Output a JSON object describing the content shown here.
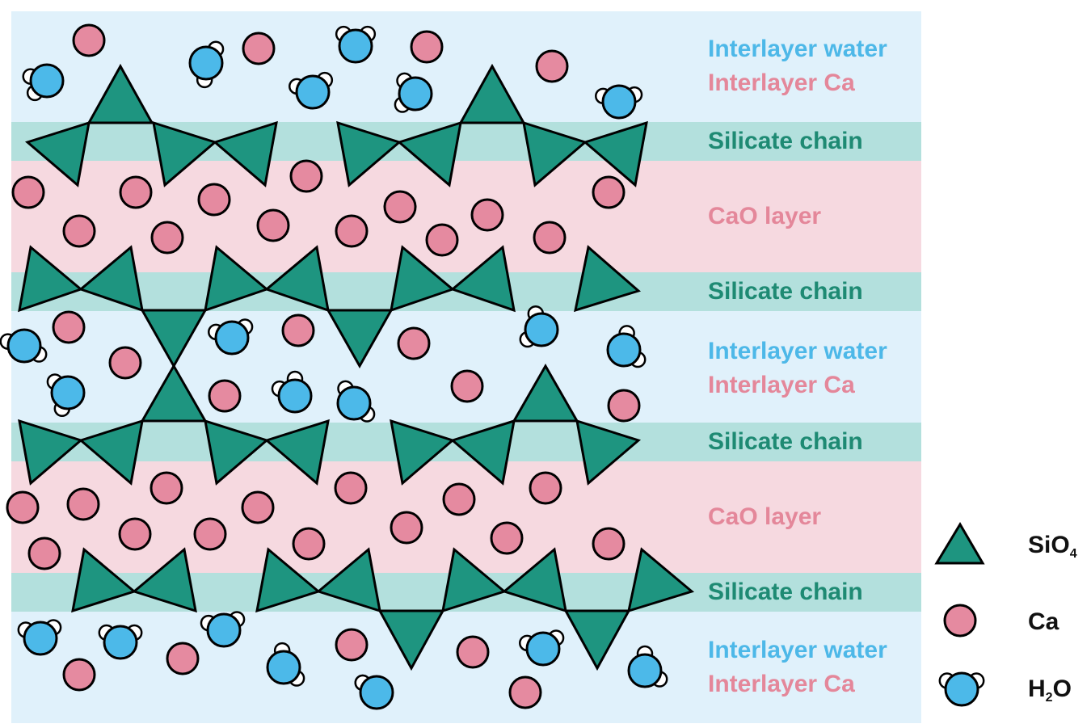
{
  "labels": {
    "interlayer_water": "Interlayer water",
    "interlayer_ca": "Interlayer Ca",
    "silicate_chain": "Silicate chain",
    "cao_layer": "CaO layer"
  },
  "legend": {
    "sio4": {
      "main": "SiO",
      "sub": "4"
    },
    "ca": "Ca",
    "h2o": {
      "pre": "H",
      "sub": "2",
      "post": "O"
    }
  },
  "colors": {
    "water_band": "#e0f1fb",
    "cao_band": "#f6d9e0",
    "chain_band": "#b3e0dd",
    "tetrahedron": "#1e9580",
    "calcium": "#e58aa0",
    "water_molecule": "#4cb9e9",
    "hydrogen": "#ffffff",
    "water_text": "#4db8e8",
    "ca_text": "#e4879a",
    "chain_text": "#1e8a73"
  }
}
